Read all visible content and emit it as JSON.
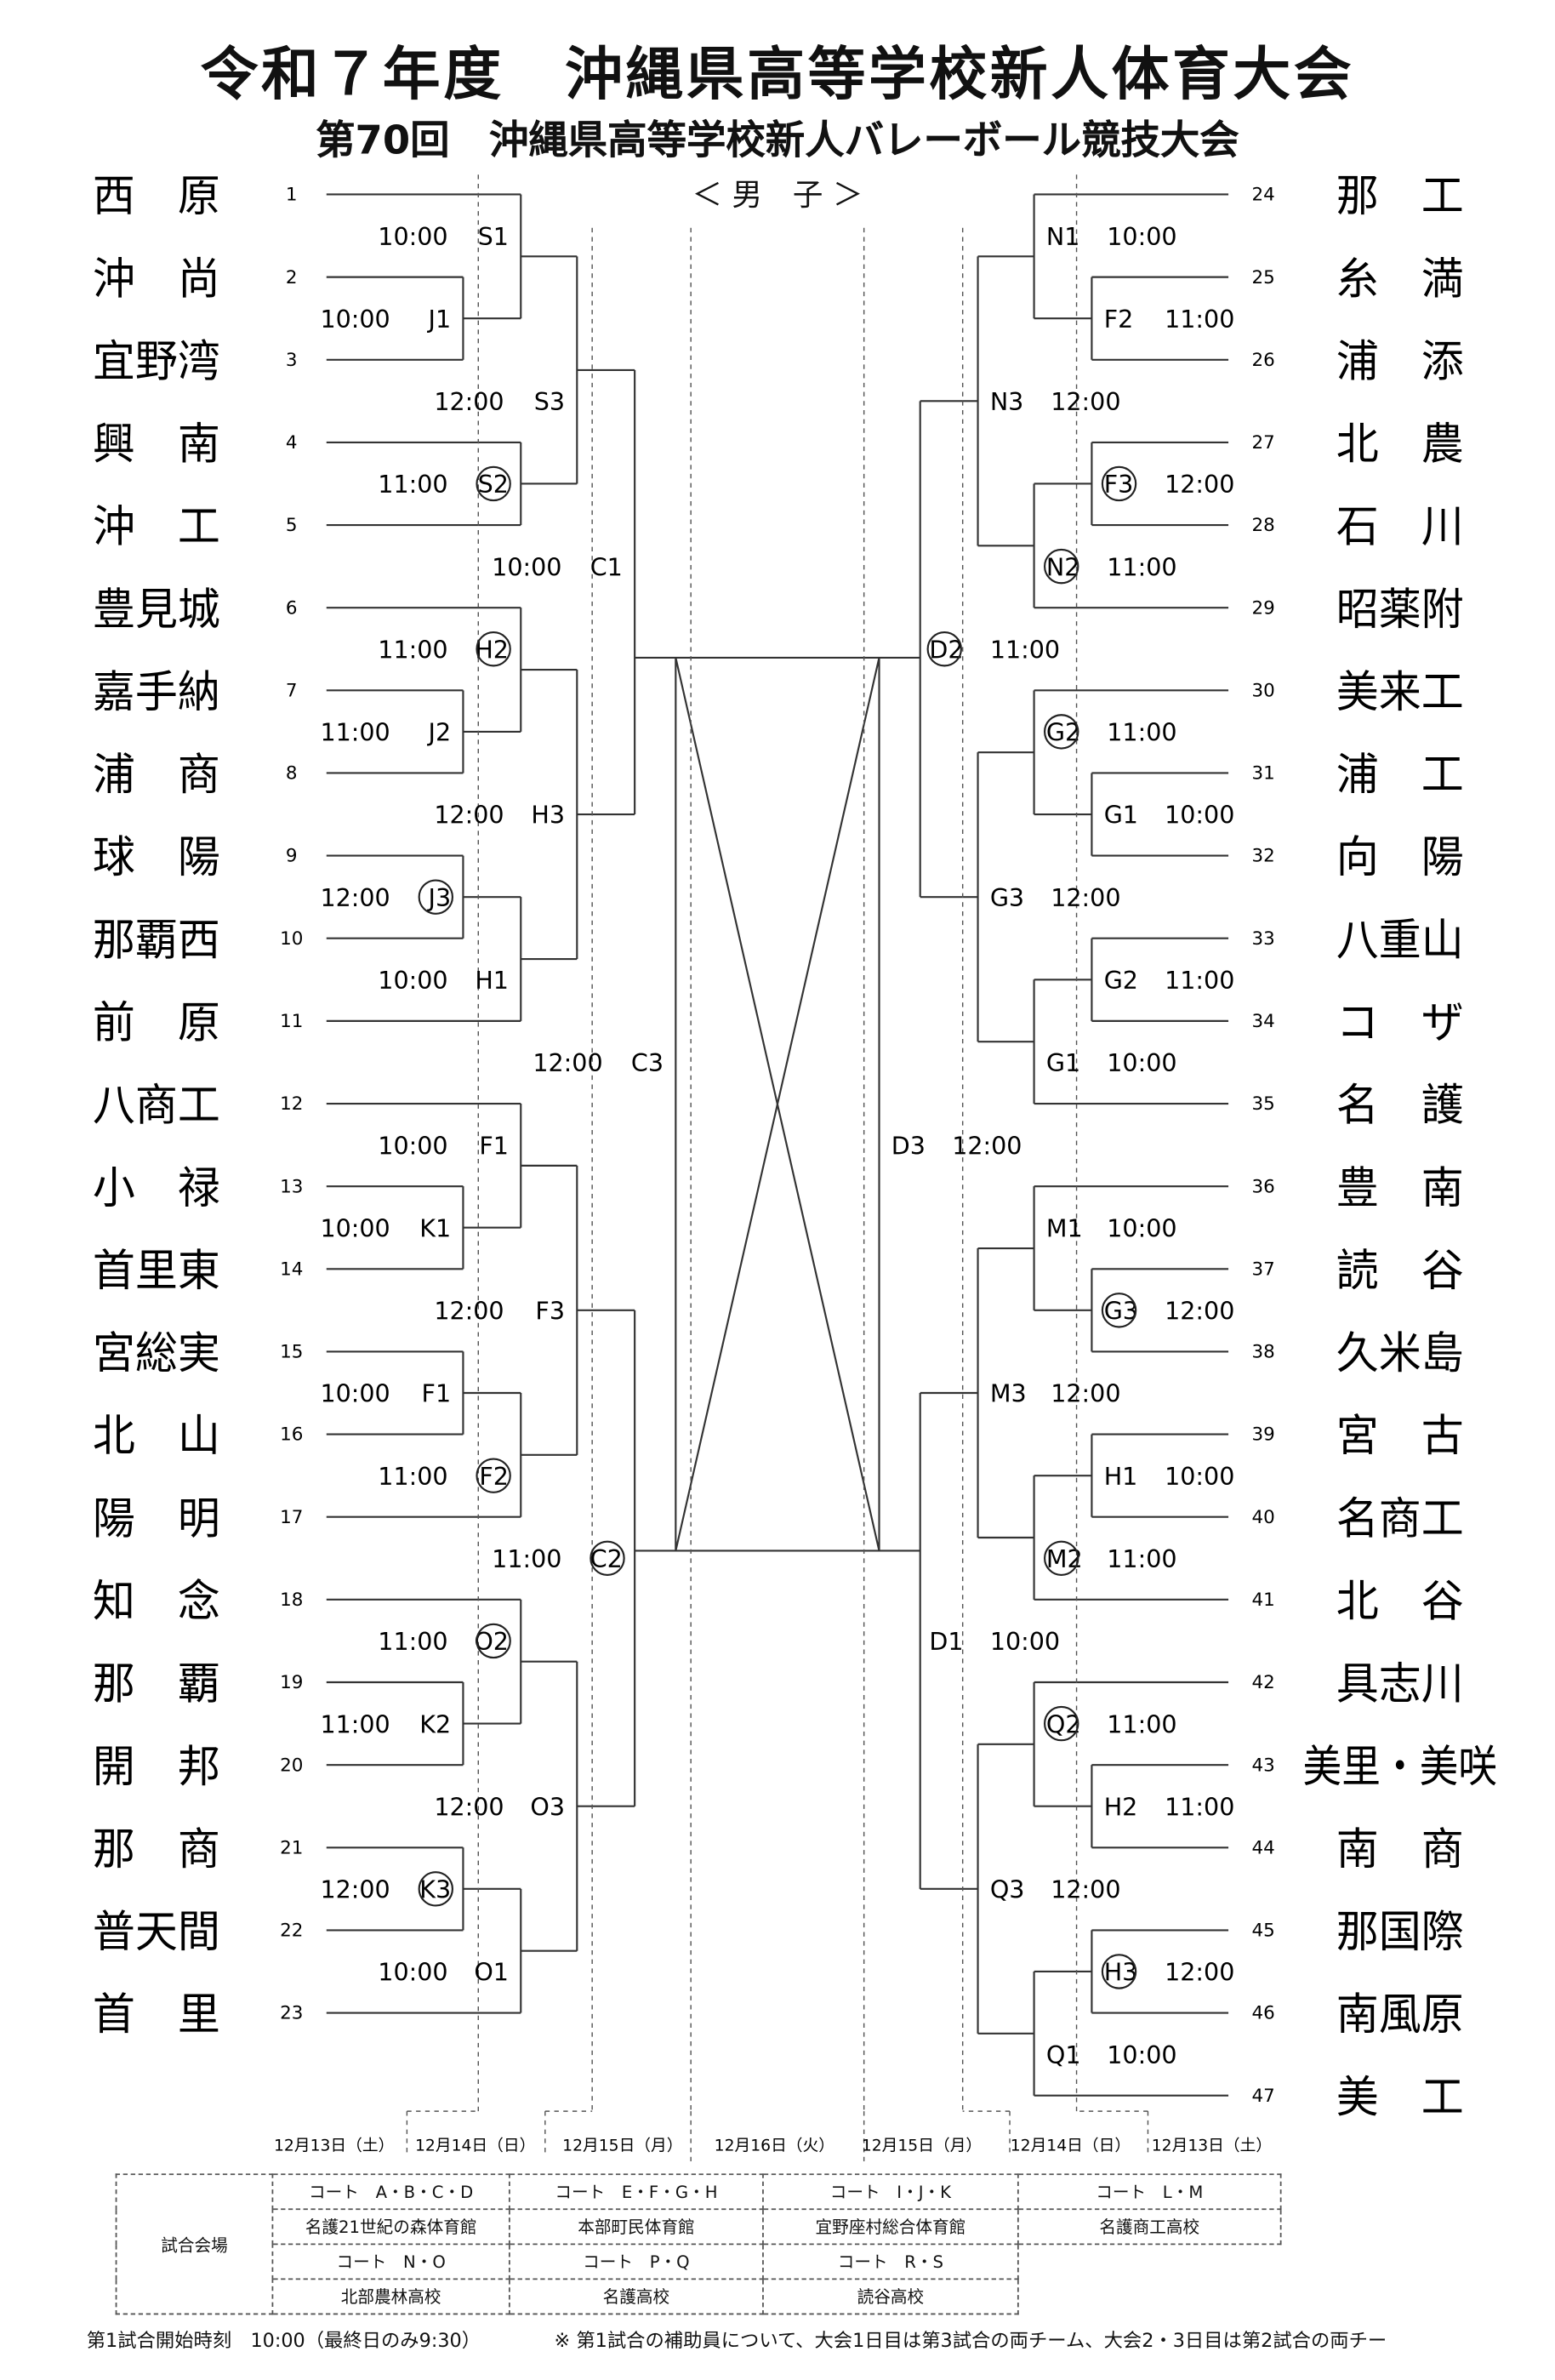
{
  "header": {
    "title": "令和７年度　沖縄県高等学校新人体育大会",
    "subtitle": "第70回　沖縄県高等学校新人バレーボール競技大会",
    "division": "＜ 男　子 ＞"
  },
  "left_teams": [
    {
      "num": "1",
      "name": "西　原"
    },
    {
      "num": "2",
      "name": "沖　尚"
    },
    {
      "num": "3",
      "name": "宜野湾"
    },
    {
      "num": "4",
      "name": "興　南"
    },
    {
      "num": "5",
      "name": "沖　工"
    },
    {
      "num": "6",
      "name": "豊見城"
    },
    {
      "num": "7",
      "name": "嘉手納"
    },
    {
      "num": "8",
      "name": "浦　商"
    },
    {
      "num": "9",
      "name": "球　陽"
    },
    {
      "num": "10",
      "name": "那覇西"
    },
    {
      "num": "11",
      "name": "前　原"
    },
    {
      "num": "12",
      "name": "八商工"
    },
    {
      "num": "13",
      "name": "小　禄"
    },
    {
      "num": "14",
      "name": "首里東"
    },
    {
      "num": "15",
      "name": "宮総実"
    },
    {
      "num": "16",
      "name": "北　山"
    },
    {
      "num": "17",
      "name": "陽　明"
    },
    {
      "num": "18",
      "name": "知　念"
    },
    {
      "num": "19",
      "name": "那　覇"
    },
    {
      "num": "20",
      "name": "開　邦"
    },
    {
      "num": "21",
      "name": "那　商"
    },
    {
      "num": "22",
      "name": "普天間"
    },
    {
      "num": "23",
      "name": "首　里"
    }
  ],
  "right_teams": [
    {
      "num": "24",
      "name": "那　工"
    },
    {
      "num": "25",
      "name": "糸　満"
    },
    {
      "num": "26",
      "name": "浦　添"
    },
    {
      "num": "27",
      "name": "北　農"
    },
    {
      "num": "28",
      "name": "石　川"
    },
    {
      "num": "29",
      "name": "昭薬附"
    },
    {
      "num": "30",
      "name": "美来工"
    },
    {
      "num": "31",
      "name": "浦　工"
    },
    {
      "num": "32",
      "name": "向　陽"
    },
    {
      "num": "33",
      "name": "八重山"
    },
    {
      "num": "34",
      "name": "コ　ザ"
    },
    {
      "num": "35",
      "name": "名　護"
    },
    {
      "num": "36",
      "name": "豊　南"
    },
    {
      "num": "37",
      "name": "読　谷"
    },
    {
      "num": "38",
      "name": "久米島"
    },
    {
      "num": "39",
      "name": "宮　古"
    },
    {
      "num": "40",
      "name": "名商工"
    },
    {
      "num": "41",
      "name": "北　谷"
    },
    {
      "num": "42",
      "name": "具志川"
    },
    {
      "num": "43",
      "name": "美里・美咲"
    },
    {
      "num": "44",
      "name": "南　商"
    },
    {
      "num": "45",
      "name": "那国際"
    },
    {
      "num": "46",
      "name": "南風原"
    },
    {
      "num": "47",
      "name": "美　工"
    }
  ],
  "left_matches": [
    {
      "time": "10:00",
      "code": "S1",
      "circled": false
    },
    {
      "time": "10:00",
      "code": "J1",
      "circled": false
    },
    {
      "time": "12:00",
      "code": "S3",
      "circled": false
    },
    {
      "time": "11:00",
      "code": "S2",
      "circled": true
    },
    {
      "time": "10:00",
      "code": "C1",
      "circled": false
    },
    {
      "time": "11:00",
      "code": "H2",
      "circled": true
    },
    {
      "time": "11:00",
      "code": "J2",
      "circled": false
    },
    {
      "time": "12:00",
      "code": "H3",
      "circled": false
    },
    {
      "time": "12:00",
      "code": "J3",
      "circled": true
    },
    {
      "time": "10:00",
      "code": "H1",
      "circled": false
    },
    {
      "time": "12:00",
      "code": "C3",
      "circled": false
    },
    {
      "time": "10:00",
      "code": "F1",
      "circled": false
    },
    {
      "time": "10:00",
      "code": "K1",
      "circled": false
    },
    {
      "time": "12:00",
      "code": "F3",
      "circled": false
    },
    {
      "time": "10:00",
      "code": "F1",
      "circled": false
    },
    {
      "time": "11:00",
      "code": "F2",
      "circled": true
    },
    {
      "time": "11:00",
      "code": "C2",
      "circled": true
    },
    {
      "time": "11:00",
      "code": "O2",
      "circled": true
    },
    {
      "time": "11:00",
      "code": "K2",
      "circled": false
    },
    {
      "time": "12:00",
      "code": "O3",
      "circled": false
    },
    {
      "time": "12:00",
      "code": "K3",
      "circled": true
    },
    {
      "time": "10:00",
      "code": "O1",
      "circled": false
    }
  ],
  "right_matches": [
    {
      "time": "10:00",
      "code": "N1",
      "circled": false
    },
    {
      "time": "11:00",
      "code": "F2",
      "circled": false
    },
    {
      "time": "12:00",
      "code": "N3",
      "circled": false
    },
    {
      "time": "12:00",
      "code": "F3",
      "circled": true
    },
    {
      "time": "11:00",
      "code": "N2",
      "circled": true
    },
    {
      "time": "11:00",
      "code": "D2",
      "circled": true
    },
    {
      "time": "11:00",
      "code": "G2",
      "circled": true
    },
    {
      "time": "10:00",
      "code": "G1",
      "circled": false
    },
    {
      "time": "12:00",
      "code": "G3",
      "circled": false
    },
    {
      "time": "11:00",
      "code": "G2",
      "circled": false
    },
    {
      "time": "10:00",
      "code": "G1",
      "circled": false
    },
    {
      "time": "12:00",
      "code": "D3",
      "circled": false
    },
    {
      "time": "10:00",
      "code": "M1",
      "circled": false
    },
    {
      "time": "12:00",
      "code": "G3",
      "circled": true
    },
    {
      "time": "12:00",
      "code": "M3",
      "circled": false
    },
    {
      "time": "10:00",
      "code": "H1",
      "circled": false
    },
    {
      "time": "11:00",
      "code": "M2",
      "circled": true
    },
    {
      "time": "10:00",
      "code": "D1",
      "circled": false
    },
    {
      "time": "11:00",
      "code": "Q2",
      "circled": true
    },
    {
      "time": "11:00",
      "code": "H2",
      "circled": false
    },
    {
      "time": "12:00",
      "code": "Q3",
      "circled": false
    },
    {
      "time": "12:00",
      "code": "H3",
      "circled": true
    },
    {
      "time": "10:00",
      "code": "Q1",
      "circled": false
    }
  ],
  "dates": [
    "12月13日（土）",
    "12月14日（日）",
    "12月15日（月）",
    "12月16日（火）",
    "12月15日（月）",
    "12月14日（日）",
    "12月13日（土）"
  ],
  "venues": {
    "label": "試合会場",
    "row1_courts": [
      "コート　A・B・C・D",
      "コート　E・F・G・H",
      "コート　I・J・K",
      "コート　L・M"
    ],
    "row1_halls": [
      "名護21世紀の森体育館",
      "本部町民体育館",
      "宜野座村総合体育館",
      "名護商工高校"
    ],
    "row2_courts": [
      "コート　N・O",
      "コート　P・Q",
      "コート　R・S"
    ],
    "row2_halls": [
      "北部農林高校",
      "名護高校",
      "読谷高校"
    ]
  },
  "footer": {
    "start_time": "第1試合開始時刻　10:00（最終日のみ9:30）",
    "note": "※ 第1試合の補助員について、大会1日目は第3試合の両チーム、大会2・3日目は第2試合の両チー"
  }
}
